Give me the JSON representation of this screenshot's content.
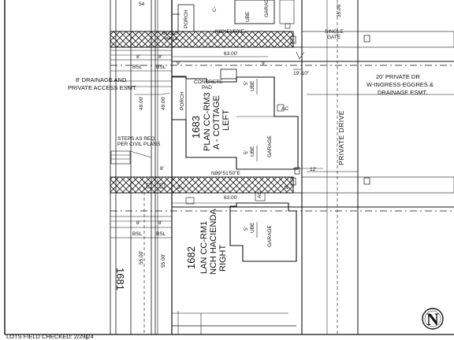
{
  "labels": {
    "block_wall": [
      "BLOCK",
      "WALL"
    ],
    "porch": "PORCH",
    "garage": "GARAGE",
    "ube": "UBE",
    "five_ft": "5'",
    "bearing": "N89°51'50\"E",
    "bearing_mid": "N89°51'50\"E",
    "single_gate": [
      "SINGLE",
      "GATE"
    ],
    "dim_8": "8'",
    "dim_9": "9'",
    "dim_63": "63.00'",
    "dim_19_10": "19'-10\"",
    "dim_12": "12'",
    "dim_35": "35.00'",
    "dim_49a": "49.00'",
    "dim_49b": "49.00'",
    "dim_55a": "55.00'",
    "dim_55b": "55.00'",
    "bsl": "BSL",
    "concrete_pad": [
      "CONCRETE",
      "PAD"
    ],
    "drainage_esmt": [
      "8' DRAINAGE AND",
      "PRIVATE ACCESS ESMT."
    ],
    "private_dr": [
      "20' PRIVATE DR",
      "W-INGRESS-EGGRES &",
      "DRAINAGE ESMT."
    ],
    "steps": [
      "STEPS AS REQ.",
      "PER CIVIL PLANS"
    ],
    "private_drive": "PRIVATE DRIVE",
    "ac": "AC",
    "c_label": "C-",
    "n_top": "N",
    "top_num": "54",
    "lot_1683": {
      "number": "1683",
      "lines": [
        "PLAN CC-RM3",
        "A - COTTAGE",
        "LEFT"
      ]
    },
    "lot_1682": {
      "number": "1682",
      "lines": [
        "LAN CC-RM1",
        "NCH HACIENDA",
        "RIGHT"
      ]
    },
    "partial_lot": "1681",
    "lots_checked": "LOTS FIELD CHECKED:  2/29/24",
    "north": "N"
  }
}
